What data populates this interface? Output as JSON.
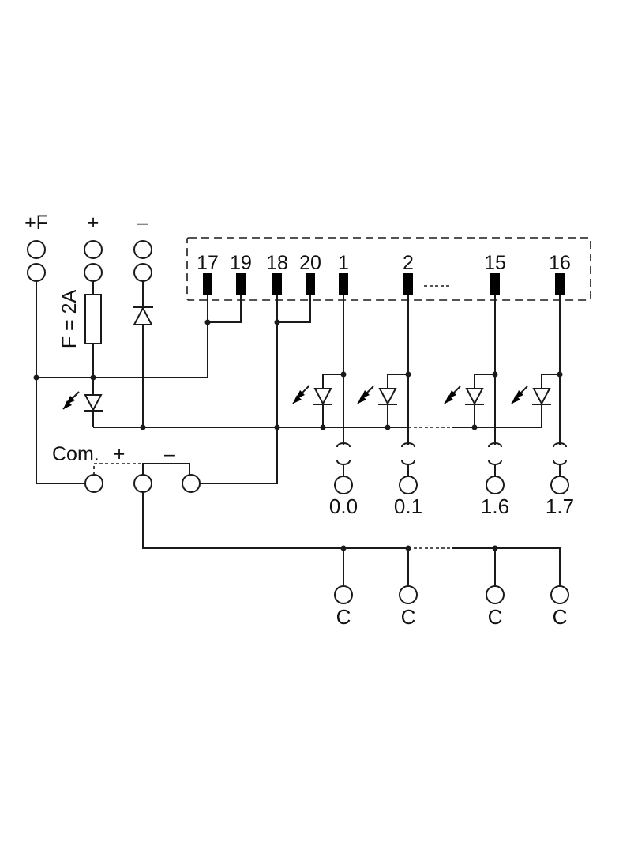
{
  "labels": {
    "plus_f": "+F",
    "plus": "+",
    "minus": "–",
    "fuse": "F = 2A",
    "com": "Com.",
    "com_plus": "+",
    "com_minus": "–"
  },
  "connector_pins": [
    "17",
    "19",
    "18",
    "20",
    "1",
    "2",
    "15",
    "16"
  ],
  "outputs": [
    "0.0",
    "0.1",
    "1.6",
    "1.7"
  ],
  "common": [
    "C",
    "C",
    "C",
    "C"
  ]
}
